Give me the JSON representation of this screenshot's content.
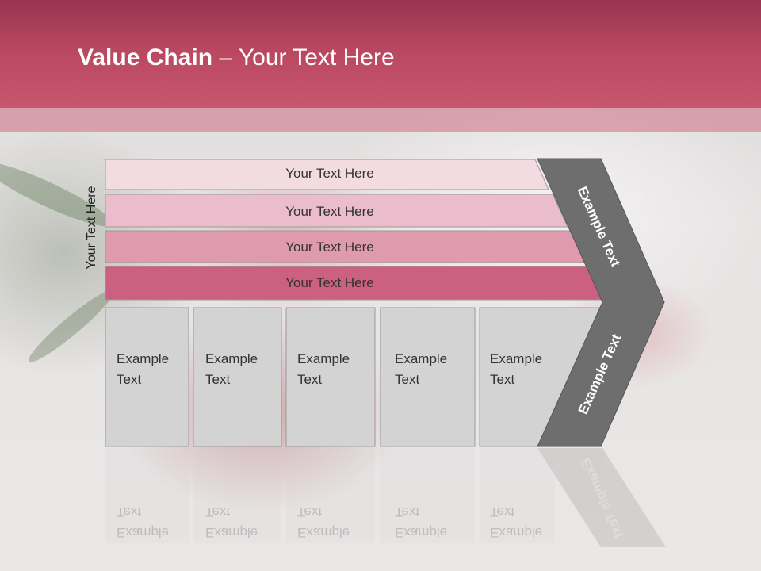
{
  "title": {
    "bold": "Value Chain",
    "rest": " – Your Text Here"
  },
  "side_label": "Your Text Here",
  "bars": [
    {
      "label": "Your Text Here",
      "color": "#f3dbe2"
    },
    {
      "label": "Your Text Here",
      "color": "#ebbccb"
    },
    {
      "label": "Your Text Here",
      "color": "#e09aae"
    },
    {
      "label": "Your Text Here",
      "color": "#cb6080"
    }
  ],
  "columns": [
    {
      "line1": "Example",
      "line2": "Text"
    },
    {
      "line1": "Example",
      "line2": "Text"
    },
    {
      "line1": "Example",
      "line2": "Text"
    },
    {
      "line1": "Example",
      "line2": "Text"
    },
    {
      "line1": "Example",
      "line2": "Text"
    }
  ],
  "chevron": {
    "upper": "Example Text",
    "lower": "Example Text",
    "color": "#6e6e6e"
  },
  "colors": {
    "header": "#b8475f",
    "column": "#d3d3d3"
  }
}
